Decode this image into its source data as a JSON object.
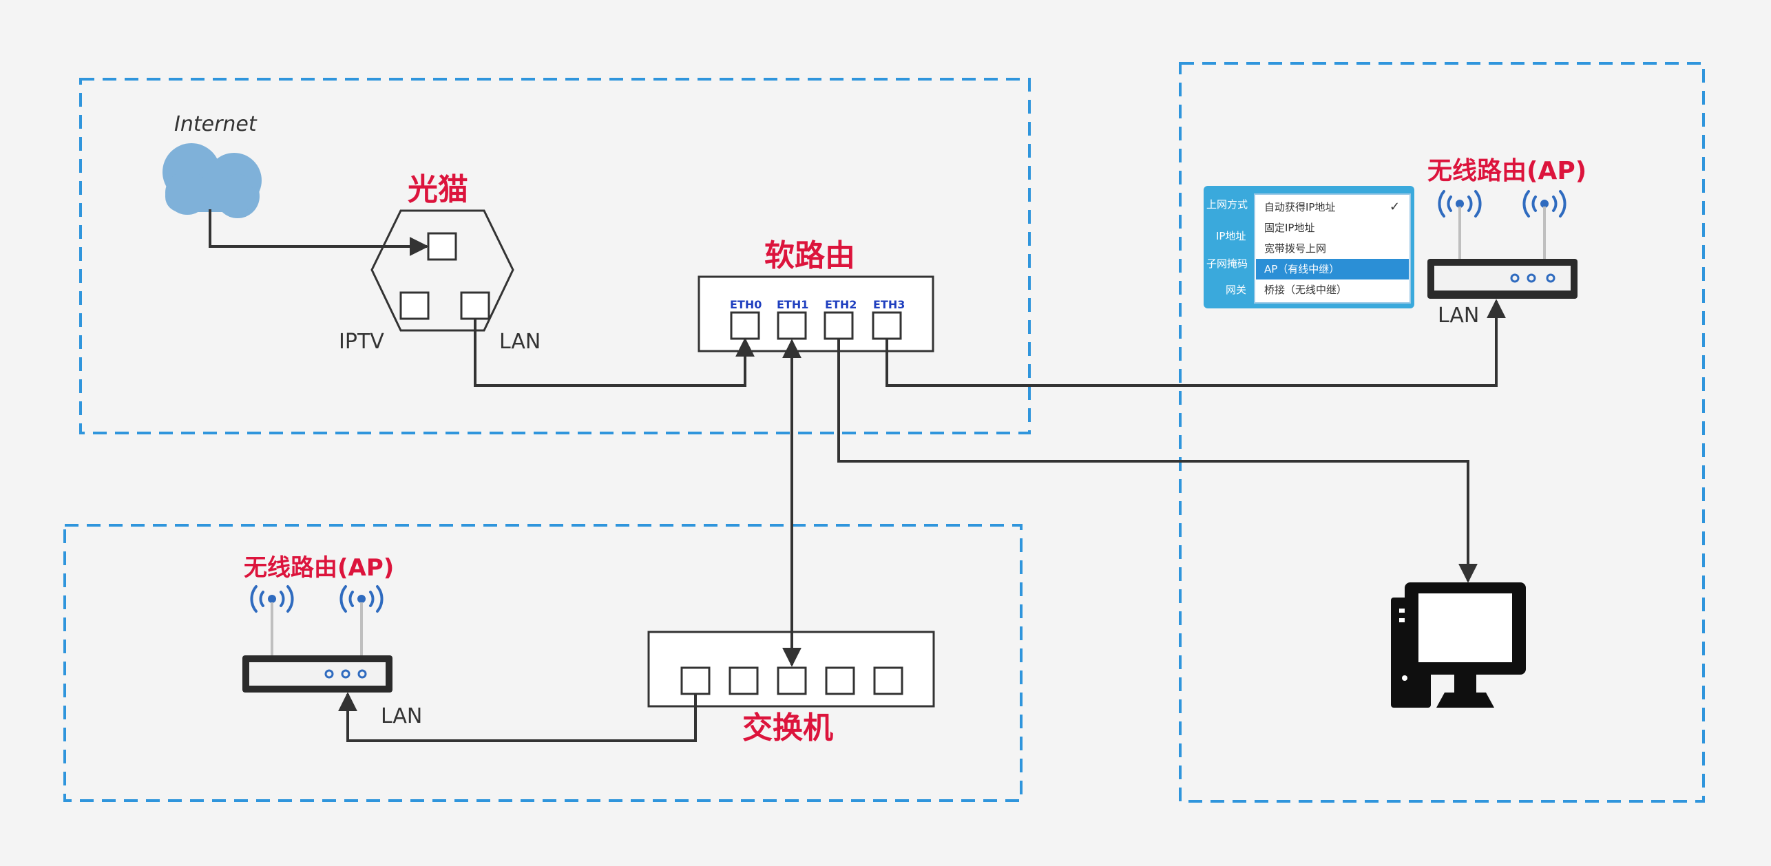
{
  "labels": {
    "internet": "Internet",
    "modem": "光猫",
    "soft_router": "软路由",
    "switch": "交换机",
    "ap_top": "无线路由(AP)",
    "ap_bottom": "无线路由(AP)",
    "iptv": "IPTV",
    "modem_lan": "LAN",
    "ap_top_lan": "LAN",
    "ap_bottom_lan": "LAN"
  },
  "eth_ports": [
    "ETH0",
    "ETH1",
    "ETH2",
    "ETH3"
  ],
  "config_panel": {
    "row_labels": [
      "上网方式",
      "IP地址",
      "子网掩码",
      "网关"
    ],
    "options": [
      "自动获得IP地址",
      "固定IP地址",
      "宽带拨号上网",
      "AP（有线中继）",
      "桥接（无线中继）"
    ],
    "checked_index": 0,
    "highlighted_index": 3
  },
  "colors": {
    "accent_red": "#dc143c",
    "dashed_border": "#2f95dc",
    "eth_label": "#1f3fbf",
    "panel_bg": "#3aa9dc",
    "panel_highlight": "#2b8fd6",
    "cloud": "#7fb1d9",
    "wifi_waves": "#2f6bbf"
  },
  "icons": [
    "cloud-icon",
    "wifi-icon",
    "computer-icon",
    "checkmark-icon"
  ]
}
